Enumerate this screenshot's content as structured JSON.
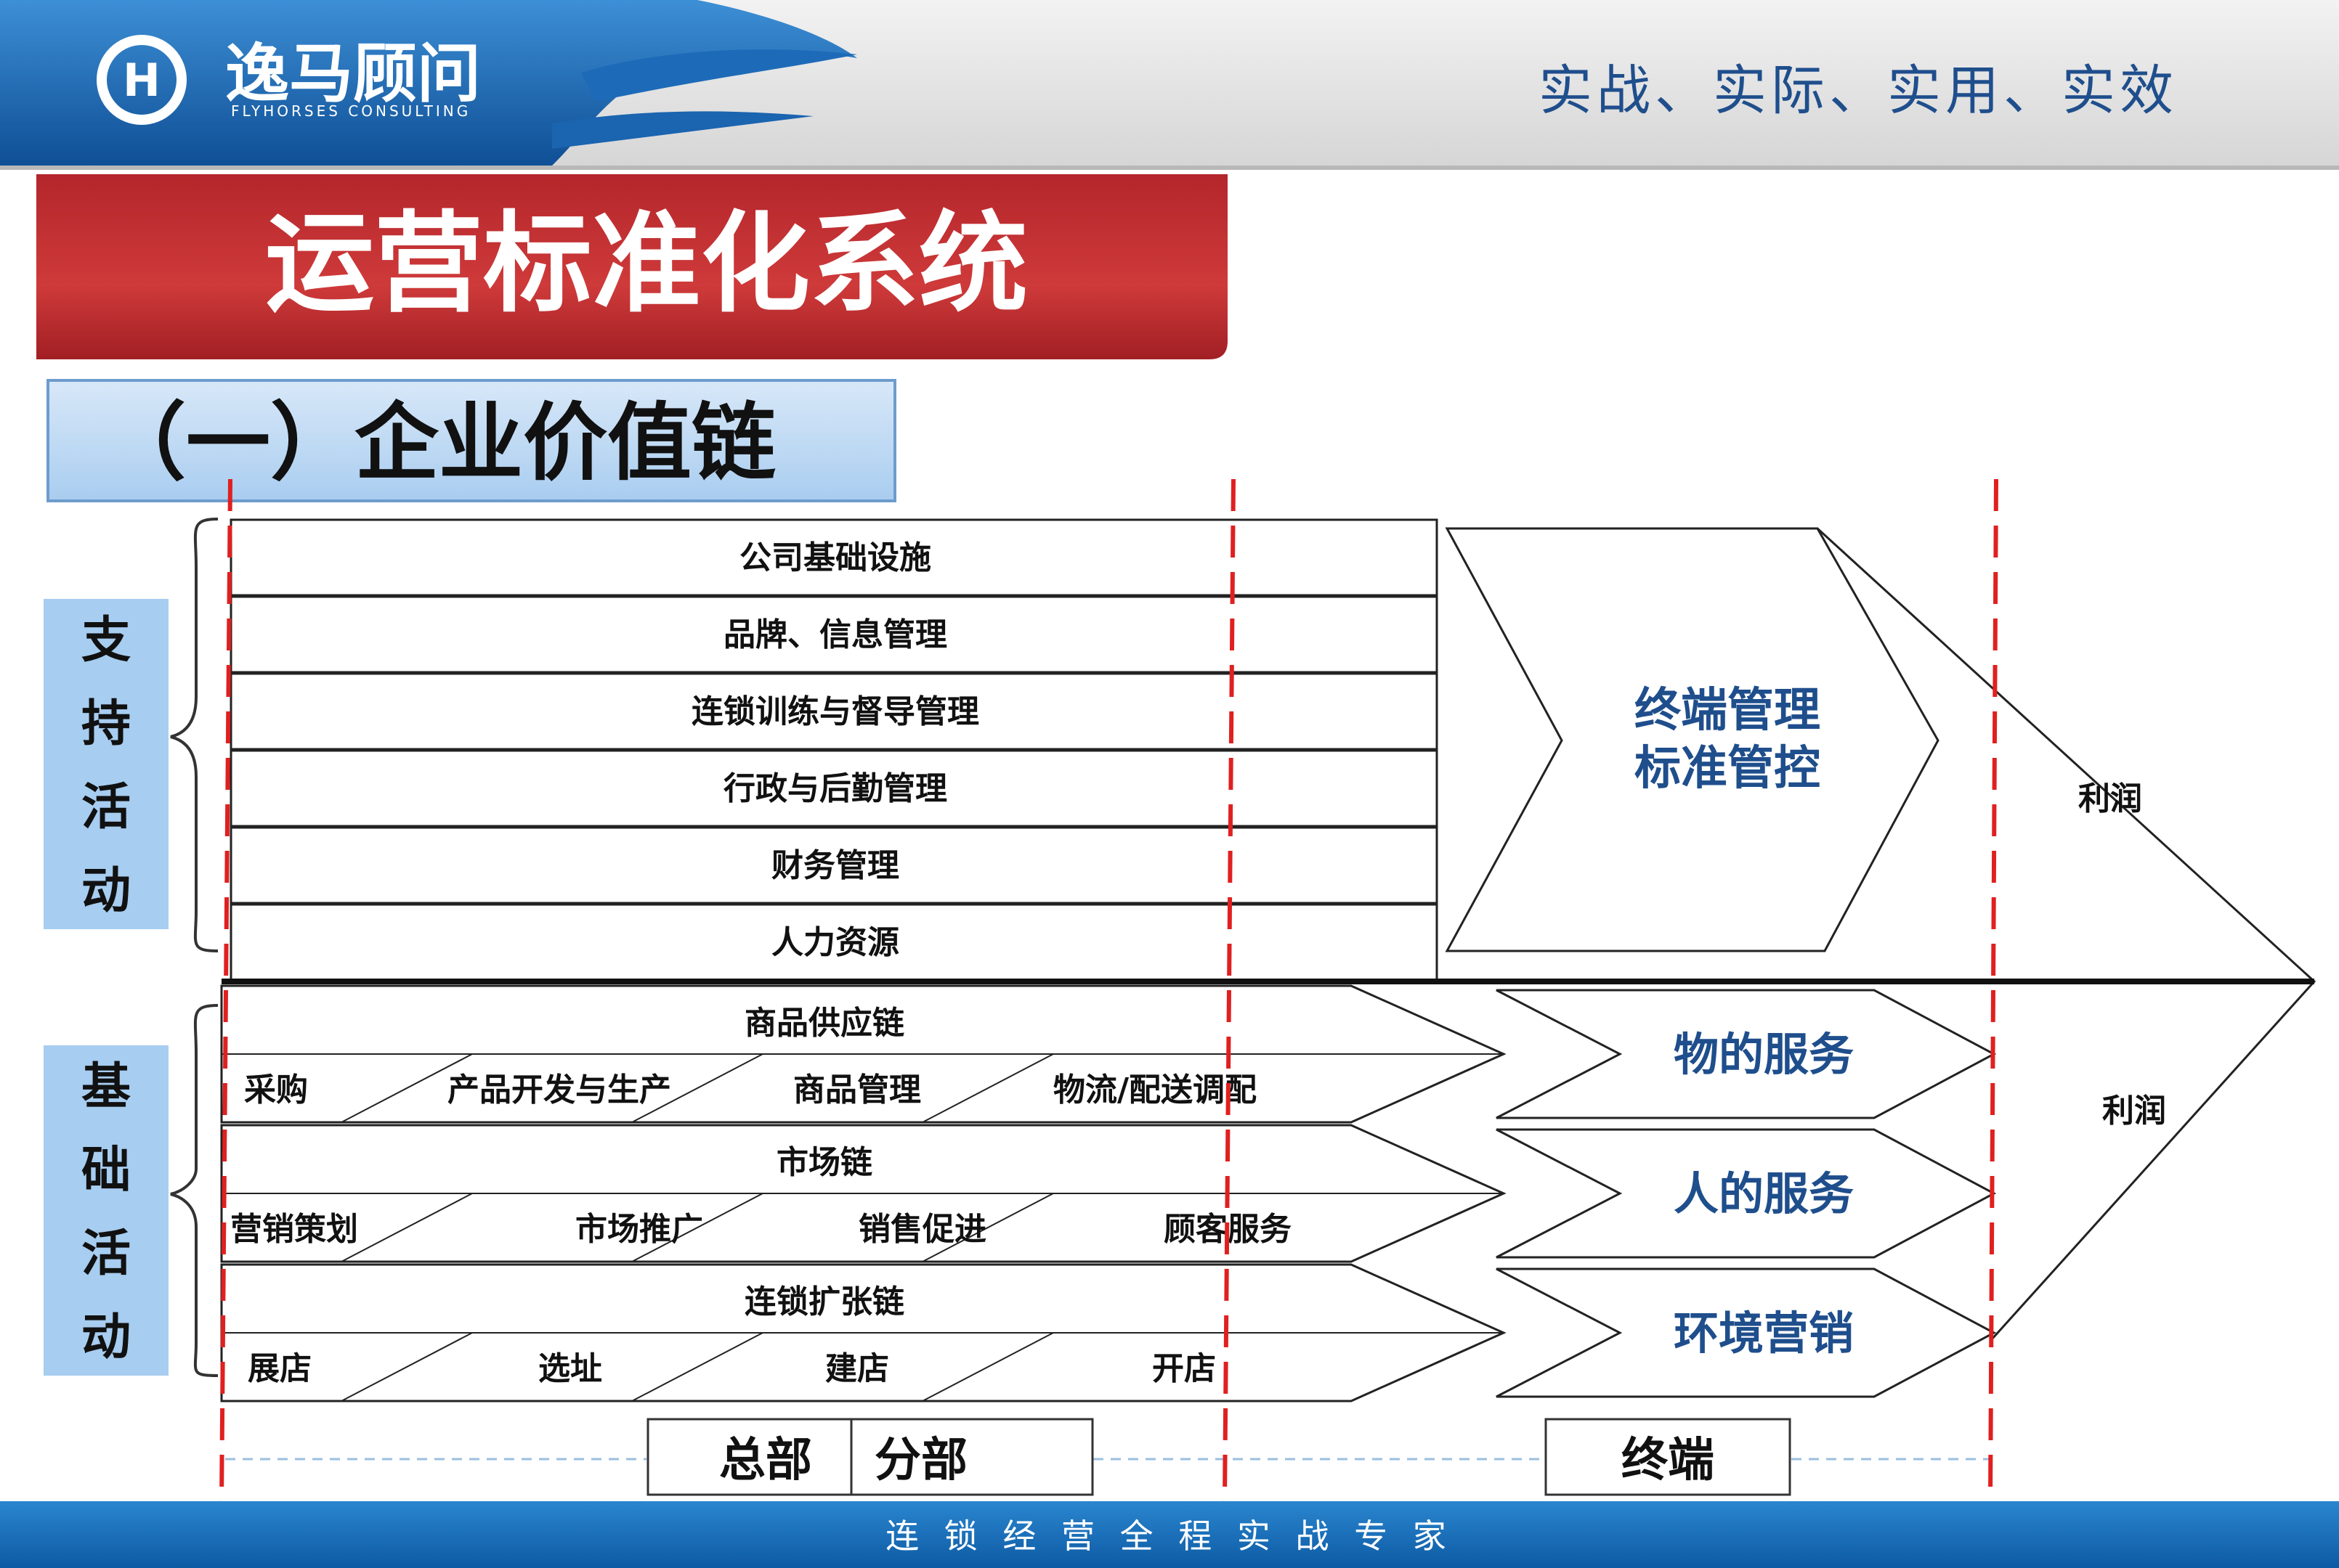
{
  "header": {
    "logo_text": "逸马顾问",
    "logo_sub": "FLYHORSES CONSULTING",
    "slogan": "实战、实际、实用、实效"
  },
  "title": "运营标准化系统",
  "subtitle": "（一）企业价值链",
  "side_labels": {
    "support": "支持活动",
    "primary": "基础活动"
  },
  "support_activities": [
    "公司基础设施",
    "品牌、信息管理",
    "连锁训练与督导管理",
    "行政与后勤管理",
    "财务管理",
    "人力资源"
  ],
  "terminal_box": {
    "line1": "终端管理",
    "line2": "标准管控"
  },
  "profit_labels": {
    "upper": "利润",
    "lower": "利润"
  },
  "chains": [
    {
      "name": "商品供应链",
      "steps": [
        "采购",
        "产品开发与生产",
        "商品管理",
        "物流/配送调配"
      ],
      "service": "物的服务"
    },
    {
      "name": "市场链",
      "steps": [
        "营销策划",
        "市场推广",
        "销售促进",
        "顾客服务"
      ],
      "service": "人的服务"
    },
    {
      "name": "连锁扩张链",
      "steps": [
        "展店",
        "选址",
        "建店",
        "开店"
      ],
      "service": "环境营销"
    }
  ],
  "bottom_labels": {
    "hq": "总部",
    "branch": "分部",
    "terminal": "终端"
  },
  "footer": "连 锁 经 营 全 程 实 战 专 家",
  "colors": {
    "red": "#c0282d",
    "blue_band": "#1a6fb6",
    "title_blue": "#1f4e8c",
    "label_bg": "#a7cdf0"
  }
}
